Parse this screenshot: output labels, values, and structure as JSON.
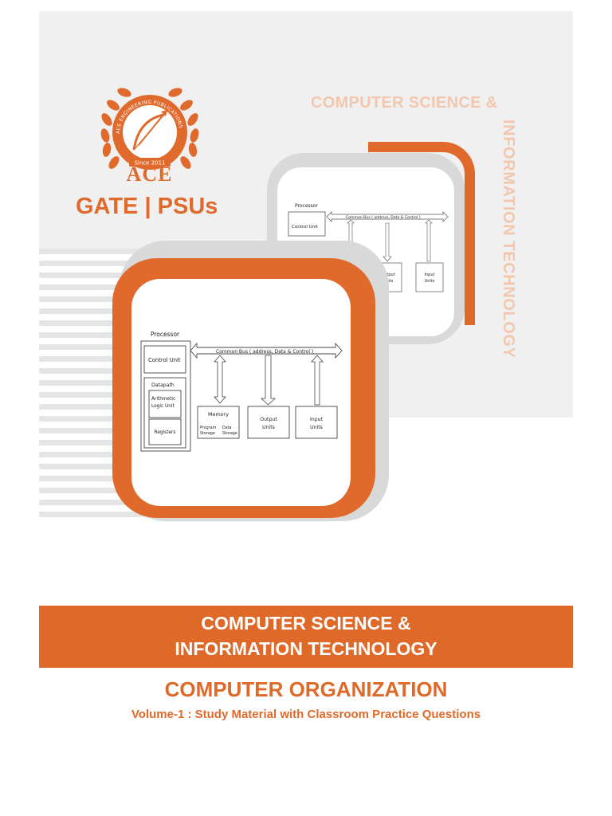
{
  "logo": {
    "ring_text": "ACE ENGINEERING PUBLICATIONS",
    "since": "Since 2011",
    "brand": "ACE",
    "tagline": "GATE | PSUs"
  },
  "side_title": {
    "line1": "COMPUTER SCIENCE &",
    "line2": "INFORMATION TECHNOLOGY"
  },
  "diagram": {
    "processor": "Processor",
    "control_unit": "Control Unit",
    "datapath": "Datapath",
    "alu_line1": "Arithmetic",
    "alu_line2": "Logic Unit",
    "registers": "Registers",
    "bus": "Common Bus ( address, Data & Control )",
    "memory": "Memory",
    "program_storage_1": "Program",
    "program_storage_2": "Storage",
    "data_storage_1": "Data",
    "data_storage_2": "Storage",
    "output_1": "Output",
    "output_2": "Units",
    "input_1": "Input",
    "input_2": "Units"
  },
  "band": {
    "line1": "COMPUTER SCIENCE &",
    "line2": "INFORMATION TECHNOLOGY"
  },
  "title": "COMPUTER ORGANIZATION",
  "subtitle": "Volume-1 : Study Material with Classroom Practice Questions",
  "colors": {
    "accent": "#df6929",
    "light_accent": "#f3c7ad",
    "grey": "#d9d9d9"
  }
}
